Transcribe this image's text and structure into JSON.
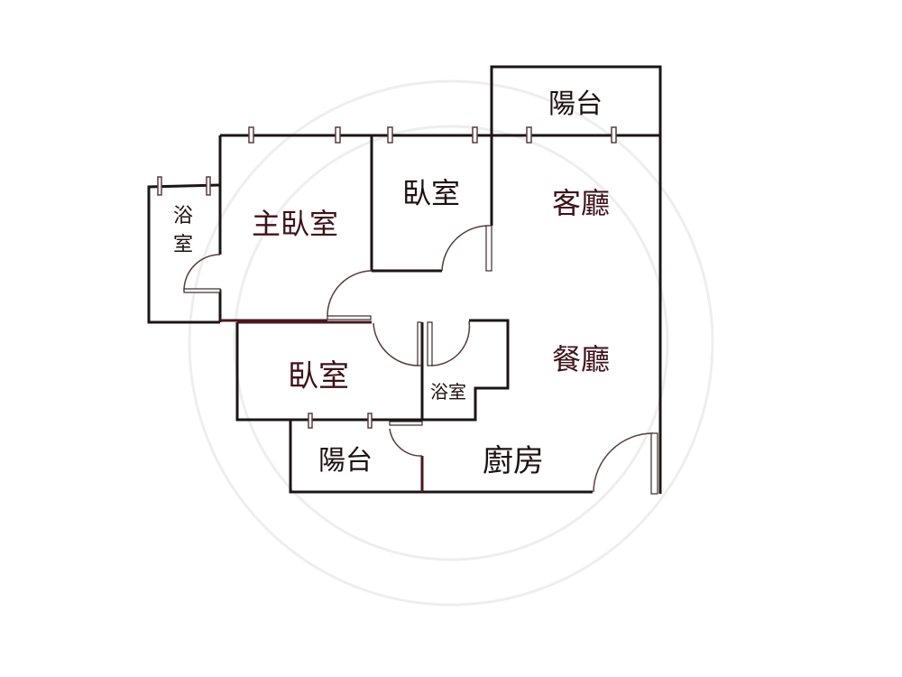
{
  "floor_plan": {
    "rooms": {
      "balcony_top": "陽台",
      "living_room": "客廳",
      "bedroom_top": "臥室",
      "master_bedroom": "主臥室",
      "bathroom_left_1": "浴",
      "bathroom_left_2": "室",
      "dining_room": "餐廳",
      "bedroom_bottom": "臥室",
      "bathroom_center": "浴室",
      "balcony_bottom": "陽台",
      "kitchen": "廚房"
    },
    "colors": {
      "wall": "#1c1416",
      "label": "#1e1012",
      "label_accent": "#3e1218"
    }
  }
}
